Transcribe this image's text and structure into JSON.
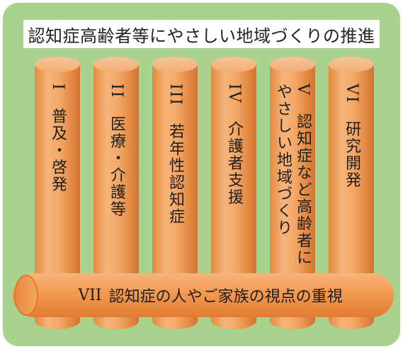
{
  "title": "認知症高齢者等にやさしい地域づくりの推進",
  "colors": {
    "frame": "#a8d28e",
    "pillar": "#f3a766",
    "beam": "#f39a52",
    "title_bg": "#ffffff"
  },
  "pillars": [
    {
      "numeral": "I",
      "lines": [
        "普及・啓発"
      ]
    },
    {
      "numeral": "II",
      "lines": [
        "医療・介護等"
      ]
    },
    {
      "numeral": "III",
      "lines": [
        "若年性認知症"
      ]
    },
    {
      "numeral": "IV",
      "lines": [
        "介護者支援"
      ]
    },
    {
      "numeral": "V",
      "lines": [
        "認知症など高齢者に",
        "やさしい地域づくり"
      ]
    },
    {
      "numeral": "VI",
      "lines": [
        "研究開発"
      ]
    }
  ],
  "foundation": {
    "numeral": "VII",
    "label": "認知症の人やご家族の視点の重視"
  }
}
